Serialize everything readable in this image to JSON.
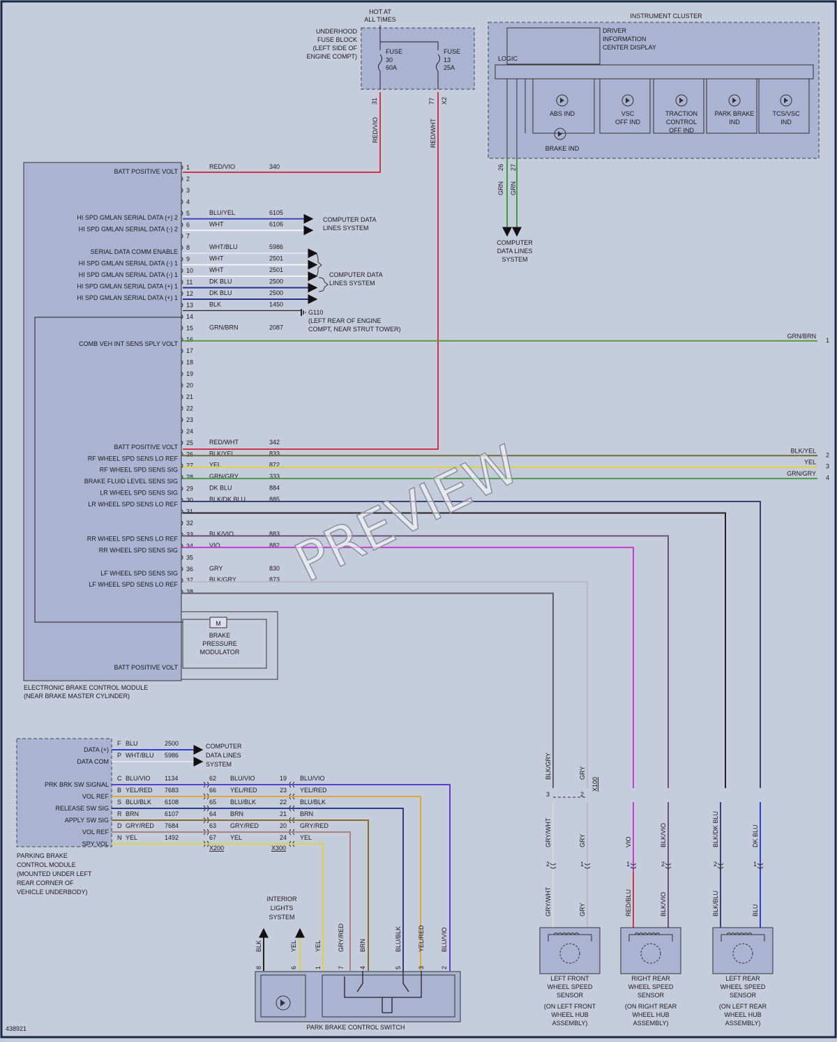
{
  "diagram_id": "438921",
  "watermark": "PREVIEW",
  "fuse_block": {
    "hot_label": [
      "HOT AT",
      "ALL TIMES"
    ],
    "title": [
      "UNDERHOOD",
      "FUSE BLOCK",
      "(LEFT SIDE OF",
      "ENGINE COMPT)"
    ],
    "fuse_a": [
      "FUSE",
      "30",
      "60A"
    ],
    "fuse_b": [
      "FUSE",
      "13",
      "25A"
    ],
    "pin_a": "31",
    "pin_b": "77",
    "pin_b2": "X2",
    "wire_a": "RED/VIO",
    "wire_b": "RED/WHT"
  },
  "cluster": {
    "title": "INSTRUMENT CLUSTER",
    "dic": [
      "DRIVER",
      "INFORMATION",
      "CENTER DISPLAY"
    ],
    "logic": "LOGIC",
    "indicators": {
      "abs": "ABS IND",
      "brake": "BRAKE IND",
      "vsc": [
        "VSC",
        "OFF IND"
      ],
      "traction": [
        "TRACTION",
        "CONTROL",
        "OFF IND"
      ],
      "park": [
        "PARK BRAKE",
        "IND"
      ],
      "tcs": [
        "TCS/VSC",
        "IND"
      ]
    },
    "pin_a": "26",
    "pin_b": "27",
    "wire_a": "GRN",
    "wire_b": "GRN",
    "dest": [
      "COMPUTER",
      "DATA LINES",
      "SYSTEM"
    ]
  },
  "ebcm": {
    "title": [
      "ELECTRONIC BRAKE CONTROL MODULE",
      "(NEAR BRAKE MASTER CYLINDER)"
    ],
    "pins": [
      {
        "n": "1",
        "label": "BATT POSITIVE VOLT",
        "wire": "RED/VIO",
        "circuit": "340"
      },
      {
        "n": "2",
        "label": "",
        "wire": "",
        "circuit": ""
      },
      {
        "n": "3",
        "label": "",
        "wire": "",
        "circuit": ""
      },
      {
        "n": "4",
        "label": "",
        "wire": "",
        "circuit": ""
      },
      {
        "n": "5",
        "label": "HI SPD GMLAN SERIAL DATA (+) 2",
        "wire": "BLU/YEL",
        "circuit": "6105"
      },
      {
        "n": "6",
        "label": "HI SPD GMLAN SERIAL DATA (-) 2",
        "wire": "WHT",
        "circuit": "6106"
      },
      {
        "n": "7",
        "label": "",
        "wire": "",
        "circuit": ""
      },
      {
        "n": "8",
        "label": "SERIAL DATA COMM ENABLE",
        "wire": "WHT/BLU",
        "circuit": "5986"
      },
      {
        "n": "9",
        "label": "HI SPD GMLAN SERIAL DATA (-) 1",
        "wire": "WHT",
        "circuit": "2501"
      },
      {
        "n": "10",
        "label": "HI SPD GMLAN SERIAL DATA (-) 1",
        "wire": "WHT",
        "circuit": "2501"
      },
      {
        "n": "11",
        "label": "HI SPD GMLAN SERIAL DATA (+) 1",
        "wire": "DK BLU",
        "circuit": "2500"
      },
      {
        "n": "12",
        "label": "HI SPD GMLAN SERIAL DATA (+) 1",
        "wire": "DK BLU",
        "circuit": "2500"
      },
      {
        "n": "13",
        "label": "",
        "wire": "BLK",
        "circuit": "1450"
      },
      {
        "n": "14",
        "label": "",
        "wire": "",
        "circuit": ""
      },
      {
        "n": "15",
        "label": "",
        "wire": "GRN/BRN",
        "circuit": "2087"
      },
      {
        "n": "16",
        "label": "COMB VEH INT SENS SPLY VOLT",
        "wire": "",
        "circuit": ""
      },
      {
        "n": "17",
        "label": "",
        "wire": "",
        "circuit": ""
      },
      {
        "n": "18",
        "label": "",
        "wire": "",
        "circuit": ""
      },
      {
        "n": "19",
        "label": "",
        "wire": "",
        "circuit": ""
      },
      {
        "n": "20",
        "label": "",
        "wire": "",
        "circuit": ""
      },
      {
        "n": "21",
        "label": "",
        "wire": "",
        "circuit": ""
      },
      {
        "n": "22",
        "label": "",
        "wire": "",
        "circuit": ""
      },
      {
        "n": "23",
        "label": "",
        "wire": "",
        "circuit": ""
      },
      {
        "n": "24",
        "label": "",
        "wire": "",
        "circuit": ""
      },
      {
        "n": "25",
        "label": "BATT POSITIVE VOLT",
        "wire": "RED/WHT",
        "circuit": "342"
      },
      {
        "n": "26",
        "label": "RF WHEEL SPD SENS LO REF",
        "wire": "BLK/YEL",
        "circuit": "833"
      },
      {
        "n": "27",
        "label": "RF WHEEL SPD SENS SIG",
        "wire": "YEL",
        "circuit": "872"
      },
      {
        "n": "28",
        "label": "BRAKE FLUID LEVEL SENS SIG",
        "wire": "GRN/GRY",
        "circuit": "333"
      },
      {
        "n": "29",
        "label": "LR WHEEL SPD SENS SIG",
        "wire": "DK BLU",
        "circuit": "884"
      },
      {
        "n": "30",
        "label": "LR WHEEL SPD SENS LO REF",
        "wire": "BLK/DK BLU",
        "circuit": "885"
      },
      {
        "n": "31",
        "label": "",
        "wire": "",
        "circuit": ""
      },
      {
        "n": "32",
        "label": "",
        "wire": "",
        "circuit": ""
      },
      {
        "n": "33",
        "label": "RR WHEEL SPD SENS LO REF",
        "wire": "BLK/VIO",
        "circuit": "883"
      },
      {
        "n": "34",
        "label": "RR WHEEL SPD SENS SIG",
        "wire": "VIO",
        "circuit": "882"
      },
      {
        "n": "35",
        "label": "",
        "wire": "",
        "circuit": ""
      },
      {
        "n": "36",
        "label": "LF WHEEL SPD SENS SIG",
        "wire": "GRY",
        "circuit": "830"
      },
      {
        "n": "37",
        "label": "LF WHEEL SPD SENS LO REF",
        "wire": "BLK/GRY",
        "circuit": "873"
      },
      {
        "n": "38",
        "label": "",
        "wire": "",
        "circuit": ""
      }
    ],
    "batt_bottom": "BATT POSITIVE VOLT",
    "modulator": [
      "BRAKE",
      "PRESSURE",
      "MODULATOR"
    ],
    "motor": "M"
  },
  "annotations": {
    "cdl_1": [
      "COMPUTER DATA",
      "LINES SYSTEM"
    ],
    "cdl_2": [
      "COMPUTER DATA",
      "LINES SYSTEM"
    ],
    "ground": [
      "G110",
      "(LEFT REAR OF ENGINE",
      "COMPT, NEAR STRUT TOWER)"
    ],
    "right_wires": [
      {
        "label": "GRN/BRN",
        "num": "1"
      },
      {
        "label": "BLK/YEL",
        "num": "2"
      },
      {
        "label": "YEL",
        "num": "3"
      },
      {
        "label": "GRN/GRY",
        "num": "4"
      }
    ]
  },
  "pbcm": {
    "title": [
      "PARKING BRAKE",
      "CONTROL MODULE",
      "(MOUNTED UNDER LEFT",
      "REAR CORNER OF",
      "VEHICLE UNDERBODY)"
    ],
    "pins": [
      {
        "label": "DATA (+)",
        "pin": "F",
        "wire": "BLU",
        "circuit": "2500"
      },
      {
        "label": "DATA COM",
        "pin": "P",
        "wire": "WHT/BLU",
        "circuit": "5986"
      },
      {
        "label": "PRK BRK SW SIGNAL",
        "pin": "C",
        "wire": "BLU/VIO",
        "circuit": "1134",
        "x200": "62",
        "w2": "BLU/VIO",
        "x300": "19",
        "w3": "BLU/VIO"
      },
      {
        "label": "VOL REF",
        "pin": "B",
        "wire": "YEL/RED",
        "circuit": "7683",
        "x200": "66",
        "w2": "YEL/RED",
        "x300": "23",
        "w3": "YEL/RED"
      },
      {
        "label": "RELEASE SW SIG",
        "pin": "S",
        "wire": "BLU/BLK",
        "circuit": "6108",
        "x200": "65",
        "w2": "BLU/BLK",
        "x300": "22",
        "w3": "BLU/BLK"
      },
      {
        "label": "APPLY SW SIG",
        "pin": "R",
        "wire": "BRN",
        "circuit": "6107",
        "x200": "64",
        "w2": "BRN",
        "x300": "21",
        "w3": "BRN"
      },
      {
        "label": "VOL REF",
        "pin": "D",
        "wire": "GRY/RED",
        "circuit": "7684",
        "x200": "63",
        "w2": "GRY/RED",
        "x300": "20",
        "w3": "GRY/RED"
      },
      {
        "label": "SPY VOL",
        "pin": "N",
        "wire": "YEL",
        "circuit": "1492",
        "x200": "67",
        "w2": "YEL",
        "x300": "24",
        "w3": "YEL"
      }
    ],
    "dest": [
      "COMPUTER",
      "DATA LINES",
      "SYSTEM"
    ],
    "conn1": "X200",
    "conn2": "X300"
  },
  "switch": {
    "title": "PARK BRAKE CONTROL SWITCH",
    "interior": [
      "INTERIOR",
      "LIGHTS",
      "SYSTEM"
    ],
    "wires": [
      {
        "w": "BLK",
        "pin": "8"
      },
      {
        "w": "YEL",
        "pin": "6"
      },
      {
        "w": "YEL",
        "pin": "1"
      },
      {
        "w": "GRY/RED",
        "pin": "7"
      },
      {
        "w": "BRN",
        "pin": "4"
      },
      {
        "w": "BLU/BLK",
        "pin": "5"
      },
      {
        "w": "YEL/RED",
        "pin": "3"
      },
      {
        "w": "BLU/VIO",
        "pin": "2"
      }
    ]
  },
  "sensors": [
    {
      "title": [
        "LEFT FRONT",
        "WHEEL SPEED",
        "SENSOR"
      ],
      "loc": [
        "(ON LEFT FRONT",
        "WHEEL HUB",
        "ASSEMBLY)"
      ],
      "top": [
        "BLK/GRY",
        "GRY"
      ],
      "mid": [
        "GRY/WHT",
        "GRY"
      ],
      "bot": [
        "GRY/WHT",
        "GRY"
      ],
      "pins": [
        "3",
        "2",
        "2",
        "1"
      ],
      "conn": "X100"
    },
    {
      "title": [
        "RIGHT REAR",
        "WHEEL SPEED",
        "SENSOR"
      ],
      "loc": [
        "(ON RIGHT REAR",
        "WHEEL HUB",
        "ASSEMBLY)"
      ],
      "mid": [
        "VIO",
        "BLK/VIO"
      ],
      "bot": [
        "RED/BLU",
        "BLK/VIO"
      ],
      "pins": [
        "1",
        "2"
      ]
    },
    {
      "title": [
        "LEFT REAR",
        "WHEEL SPEED",
        "SENSOR"
      ],
      "loc": [
        "(ON LEFT REAR",
        "WHEEL HUB",
        "ASSEMBLY)"
      ],
      "mid": [
        "BLK/DK BLU",
        "DK BLU"
      ],
      "bot": [
        "BLK/BLU",
        "BLU"
      ],
      "pins": [
        "2",
        "1"
      ]
    }
  ]
}
